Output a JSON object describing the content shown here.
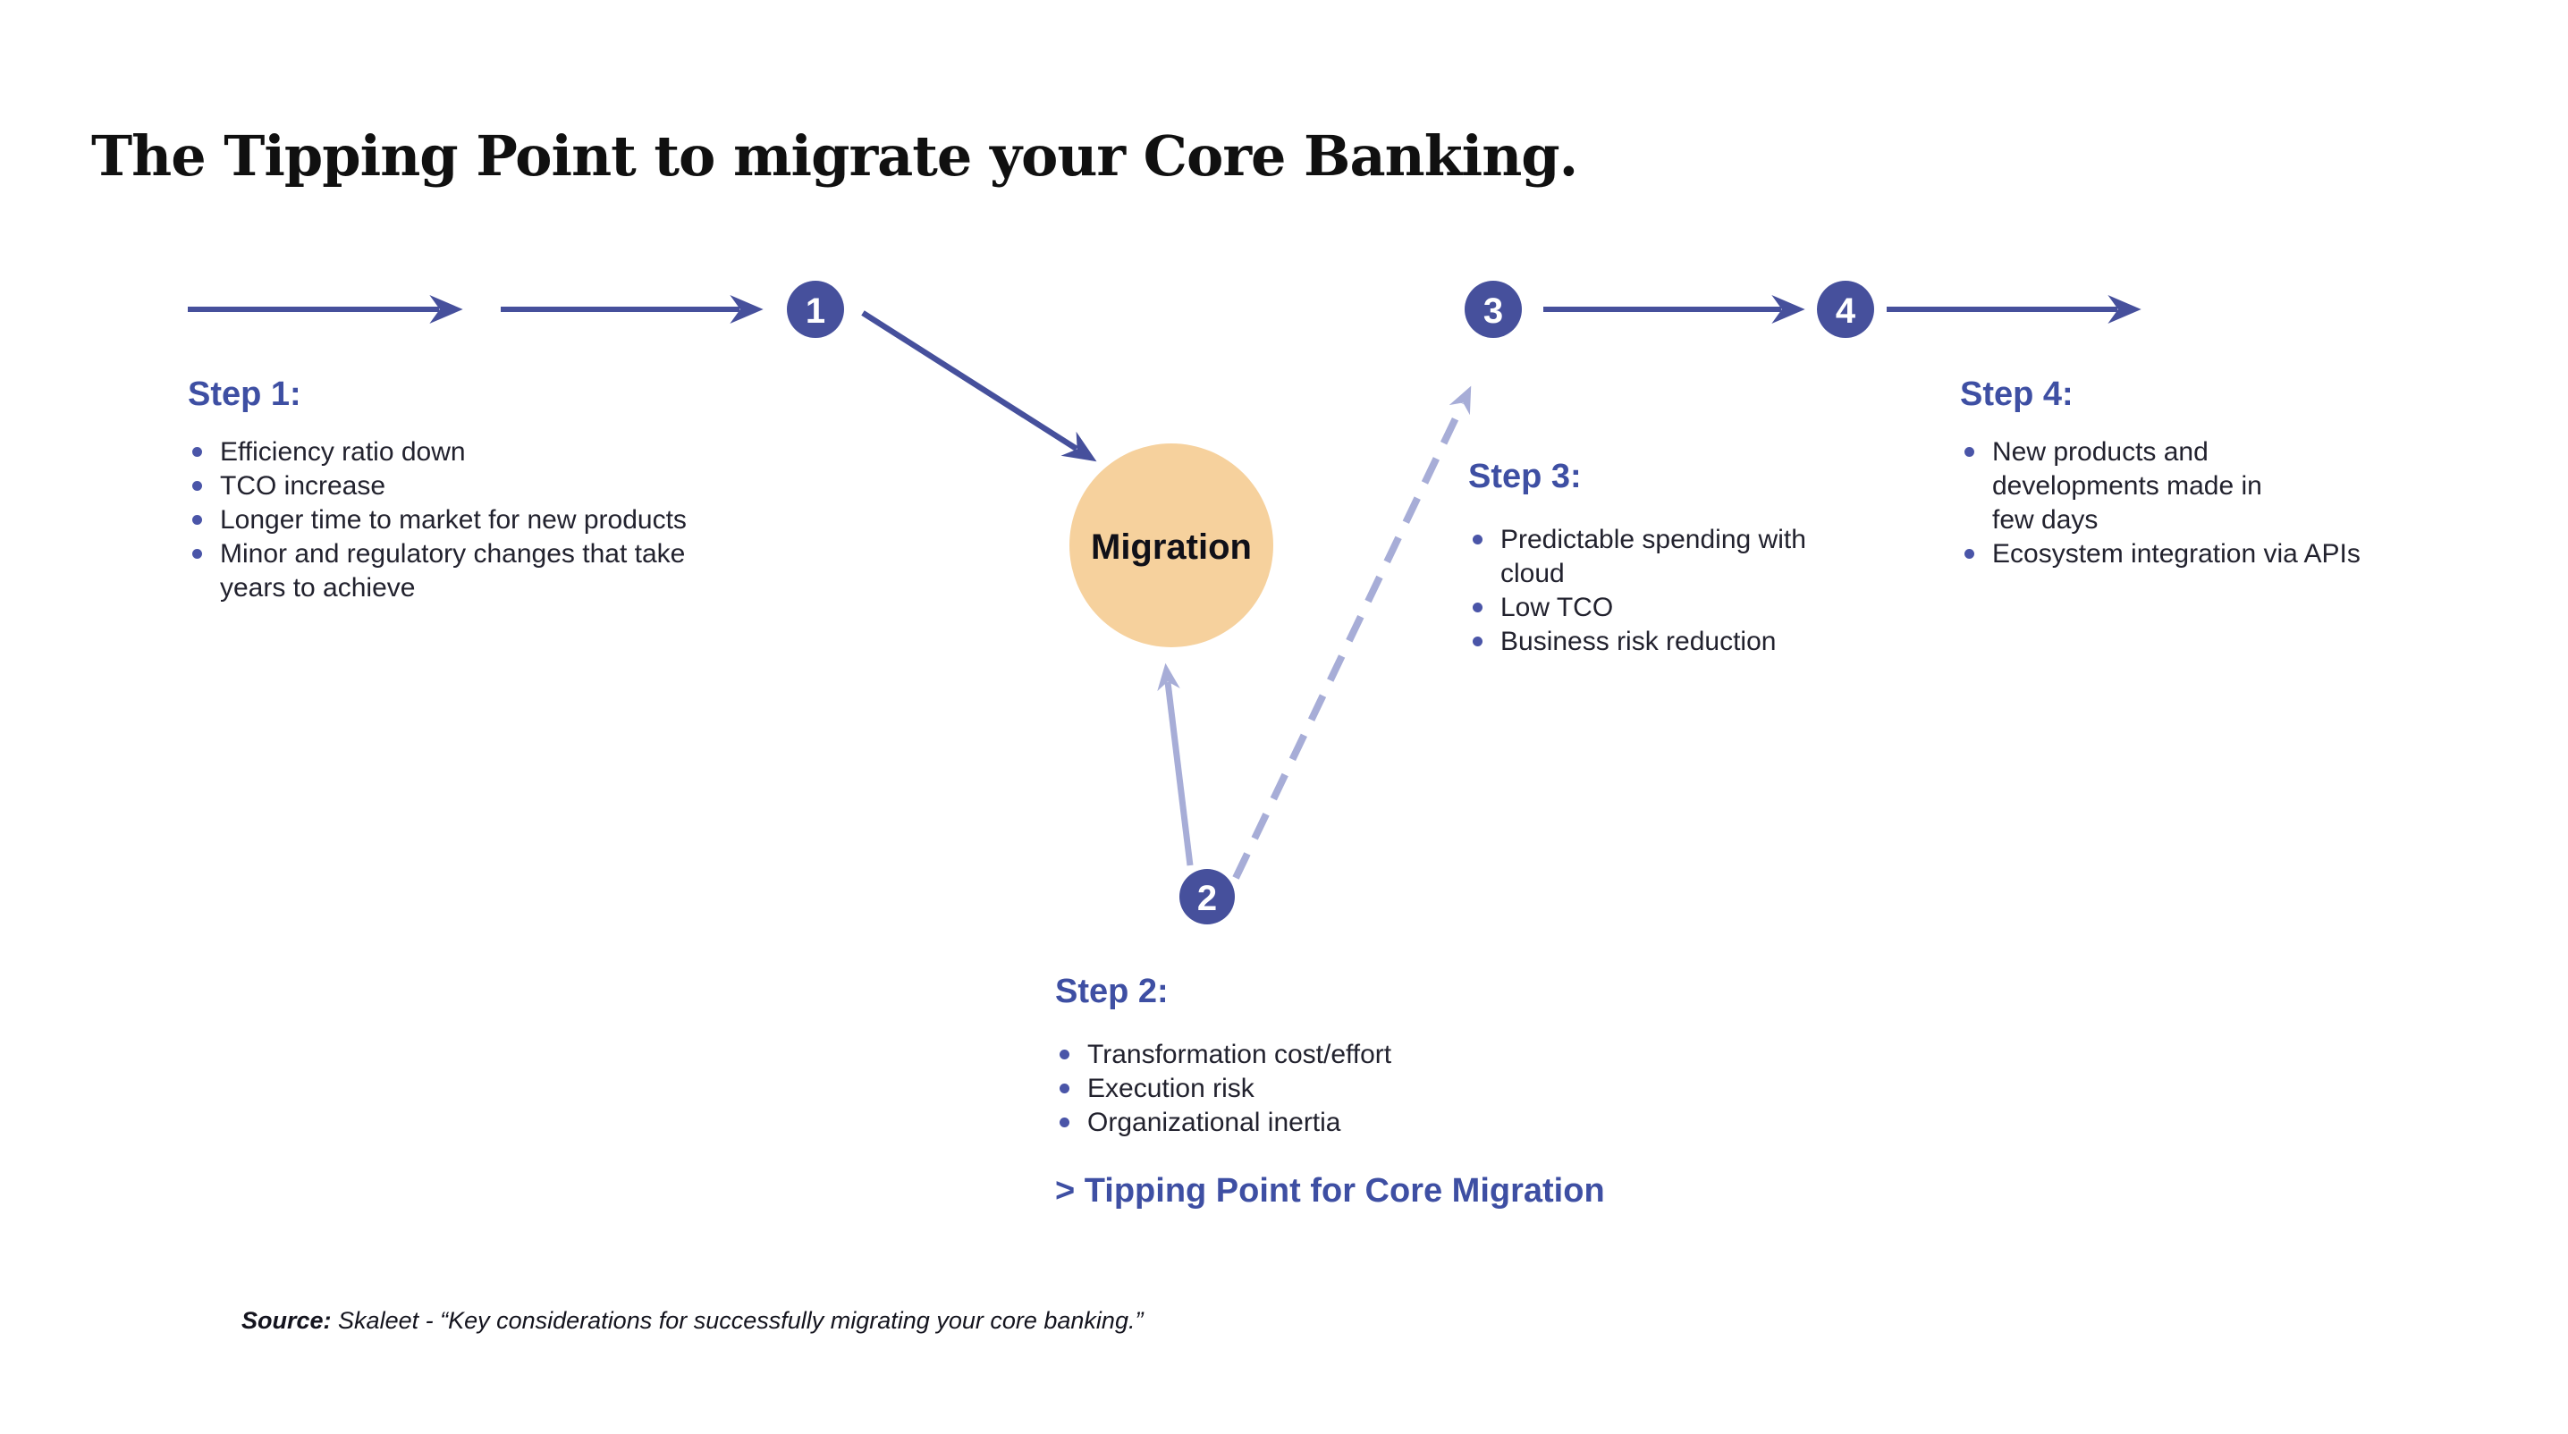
{
  "title": "The Tipping Point to migrate your Core Banking.",
  "colors": {
    "indigo": "#46509C",
    "lavender": "#A7ADD7",
    "peach": "#F6D19D",
    "heading_blue": "#3E4FA3",
    "body_text": "#22222E"
  },
  "flow": {
    "node1": "1",
    "node2": "2",
    "node3": "3",
    "node4": "4",
    "migration_label": "Migration"
  },
  "steps": {
    "step1": {
      "heading": "Step 1:",
      "bullets": [
        "Efficiency ratio down",
        "TCO increase",
        "Longer time to market for new products",
        "Minor and regulatory changes that take years to achieve"
      ]
    },
    "step2": {
      "heading": "Step 2:",
      "bullets": [
        "Transformation cost/effort",
        "Execution risk",
        "Organizational inertia"
      ],
      "callout": "> Tipping Point for Core Migration"
    },
    "step3": {
      "heading": "Step 3:",
      "bullets": [
        "Predictable spending with cloud",
        "Low TCO",
        "Business risk reduction"
      ]
    },
    "step4": {
      "heading": "Step 4:",
      "bullets": [
        "New products and developments made in few days",
        "Ecosystem integration via APIs"
      ]
    }
  },
  "source": {
    "label": "Source:",
    "text": "Skaleet - “Key considerations for successfully migrating your core banking.”"
  }
}
